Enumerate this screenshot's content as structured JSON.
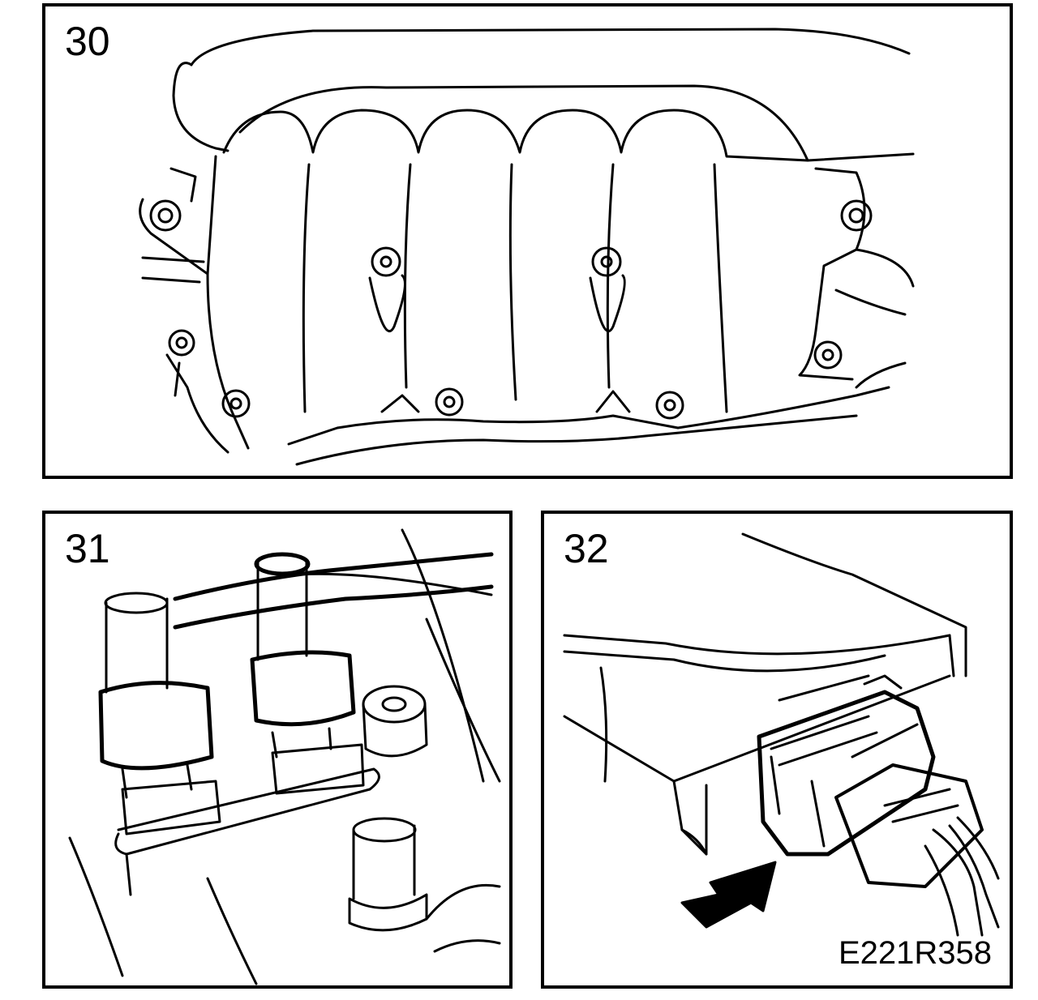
{
  "panels": [
    {
      "number": "30"
    },
    {
      "number": "31"
    },
    {
      "number": "32",
      "code": "E221R358"
    }
  ],
  "icons": [
    "intake-manifold-illustration",
    "fuel-pipe-fitting-illustration",
    "ecu-connector-illustration",
    "arrow-icon"
  ]
}
